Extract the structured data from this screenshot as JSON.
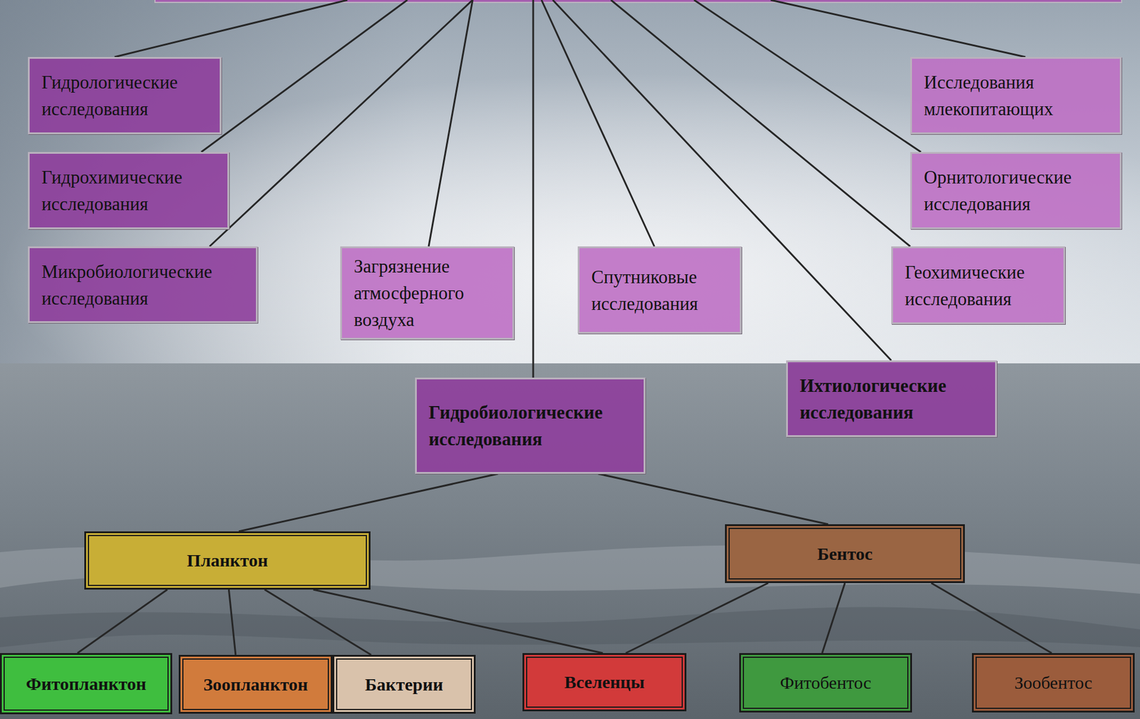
{
  "diagram": {
    "nodes": [
      {
        "text": [
          "Гидрологические исследования"
        ]
      },
      {
        "text": [
          "Исследования млекопитающих"
        ]
      },
      {
        "text": [
          "Гидрохимические исследования"
        ]
      },
      {
        "text": [
          "Орнитологические исследования"
        ]
      },
      {
        "text": [
          "Микробиологические исследования"
        ]
      },
      {
        "text": [
          "Загрязнение атмосферного воздуха"
        ]
      },
      {
        "text": [
          "Спутниковые исследования"
        ]
      },
      {
        "text": [
          "Геохимические исследования"
        ]
      },
      {
        "text": [
          "Ихтиологические исследования"
        ]
      },
      {
        "text": [
          "Гидробиологические исследования"
        ]
      },
      {
        "text": [
          "Планктон"
        ]
      },
      {
        "text": [
          "Бентос"
        ]
      },
      {
        "text": [
          "Фитопланктон"
        ]
      },
      {
        "text": [
          "Зоопланктон"
        ]
      },
      {
        "text": [
          "Бактерии"
        ]
      },
      {
        "text": [
          "Вселенцы"
        ]
      },
      {
        "text": [
          "Фитобентос"
        ]
      },
      {
        "text": [
          "Зообентос"
        ]
      }
    ],
    "edges": [
      {
        "from": 9,
        "to": 10,
        "arrow": "none"
      },
      {
        "from": 9,
        "to": 11,
        "arrow": "none"
      },
      {
        "from": 10,
        "to": 12,
        "arrow": "none"
      },
      {
        "from": 10,
        "to": 13,
        "arrow": "none"
      },
      {
        "from": 10,
        "to": 14,
        "arrow": "none"
      },
      {
        "from": 10,
        "to": 15,
        "arrow": "none"
      },
      {
        "from": 11,
        "to": 15,
        "arrow": "none"
      },
      {
        "from": 11,
        "to": 16,
        "arrow": "none"
      },
      {
        "from": 11,
        "to": 17,
        "arrow": "none"
      }
    ]
  }
}
